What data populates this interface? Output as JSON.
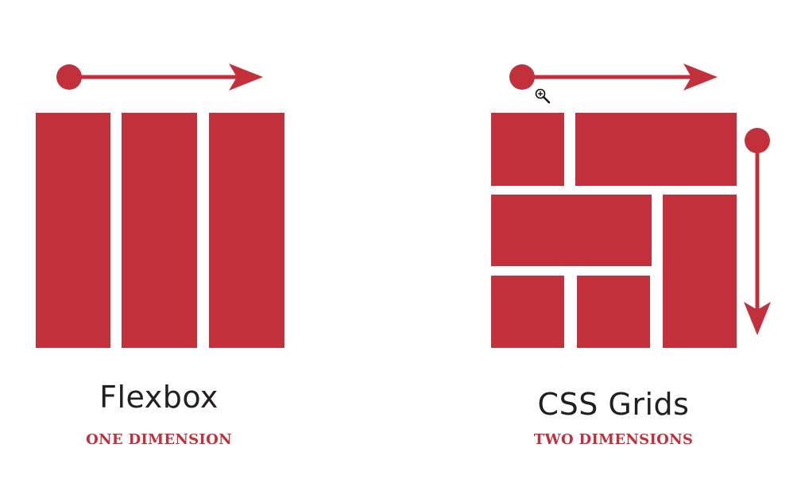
{
  "colors": {
    "accent": "#c1303b",
    "text": "#231f20",
    "background": "#ffffff"
  },
  "flexbox": {
    "title": "Flexbox",
    "subtitle": "ONE DIMENSION"
  },
  "grid": {
    "title": "CSS Grids",
    "subtitle": "TWO DIMENSIONS"
  },
  "cursor": {
    "icon": "zoom-in-cursor-icon"
  }
}
